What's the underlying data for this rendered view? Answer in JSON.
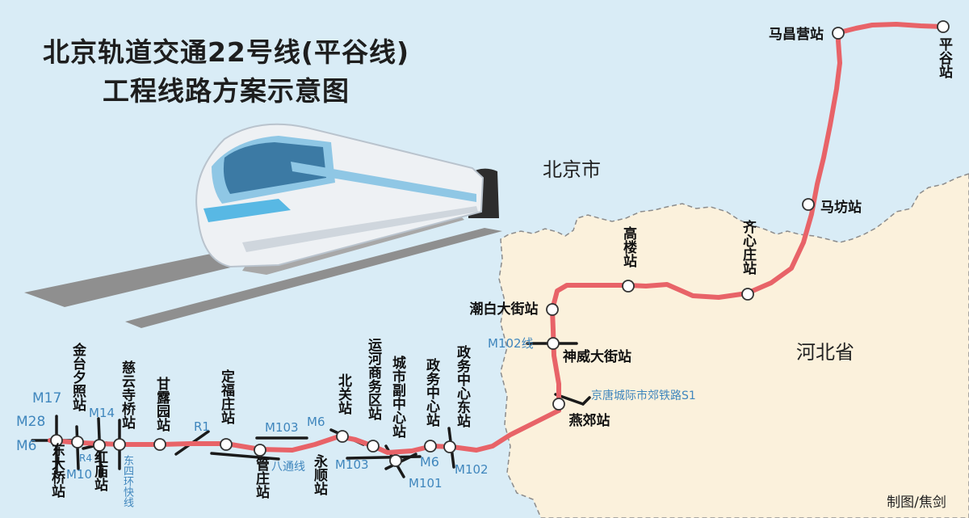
{
  "title": {
    "line1": "北京轨道交通22号线(平谷线)",
    "line2": "工程线路方案示意图"
  },
  "regions": {
    "beijing": "北京市",
    "hebei": "河北省"
  },
  "credit": "制图/焦剑",
  "colors": {
    "background": "#d9ecf6",
    "hebei_fill": "#fbf1dc",
    "route": "#e86368",
    "other_line_text": "#3f86bd"
  },
  "stations": {
    "dongdaqiao": "东大桥站",
    "jintaixizhao": "金台夕照站",
    "hongmiao": "红庙站",
    "ciyunsi": "慈云寺桥站",
    "ganluyuan": "甘露园站",
    "dingfuzhuang": "定福庄站",
    "guanzhuang": "管庄站",
    "beiguan": "北关站",
    "yongshun": "永顺站",
    "yunhe": "运河商务区站",
    "chengshi": "城市副中心站",
    "zhengwu": "政务中心站",
    "zhengwudong": "政务中心东站",
    "yanjiao": "燕郊站",
    "shenwei": "神威大街站",
    "chaobai": "潮白大街站",
    "gaolou": "高楼站",
    "qixinzhuang": "齐心庄站",
    "mafang": "马坊站",
    "machangying": "马昌营站",
    "pinggu": "平谷站"
  },
  "other_lines": {
    "m17": "M17",
    "m28": "M28",
    "m6_west": "M6",
    "m14": "M14",
    "m10": "M10",
    "r4": "R4",
    "east4th": "东四环快线",
    "r1": "R1",
    "m103": "M103",
    "batong": "八通线",
    "m6_beiguan": "M6",
    "m103_b": "M103",
    "m6_center": "M6",
    "m101": "M101",
    "m102": "M102",
    "m102_line": "M102线",
    "s1": "京唐城际市郊铁路S1"
  }
}
